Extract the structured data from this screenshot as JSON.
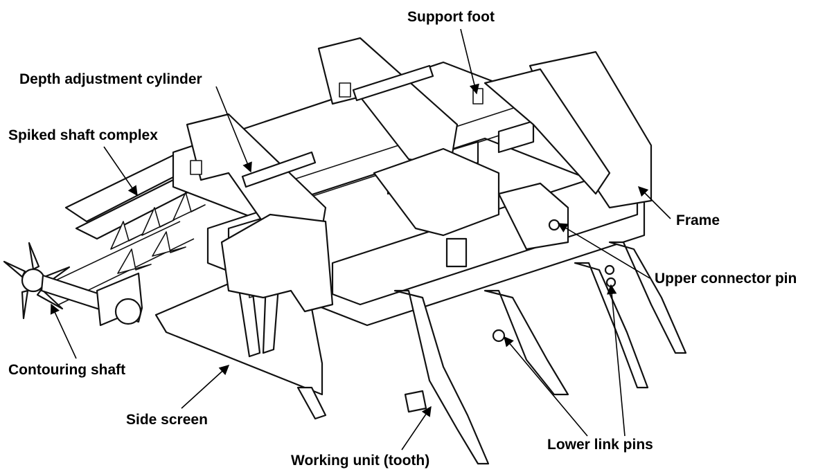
{
  "labels": {
    "support_foot": "Support foot",
    "depth_cylinder": "Depth adjustment cylinder",
    "spiked_shaft": "Spiked shaft complex",
    "frame": "Frame",
    "upper_pin": "Upper connector pin",
    "contouring_shaft": "Contouring shaft",
    "side_screen": "Side screen",
    "lower_pins": "Lower link pins",
    "working_unit": "Working unit (tooth)"
  },
  "colors": {
    "line": "#000000",
    "background": "#ffffff"
  }
}
